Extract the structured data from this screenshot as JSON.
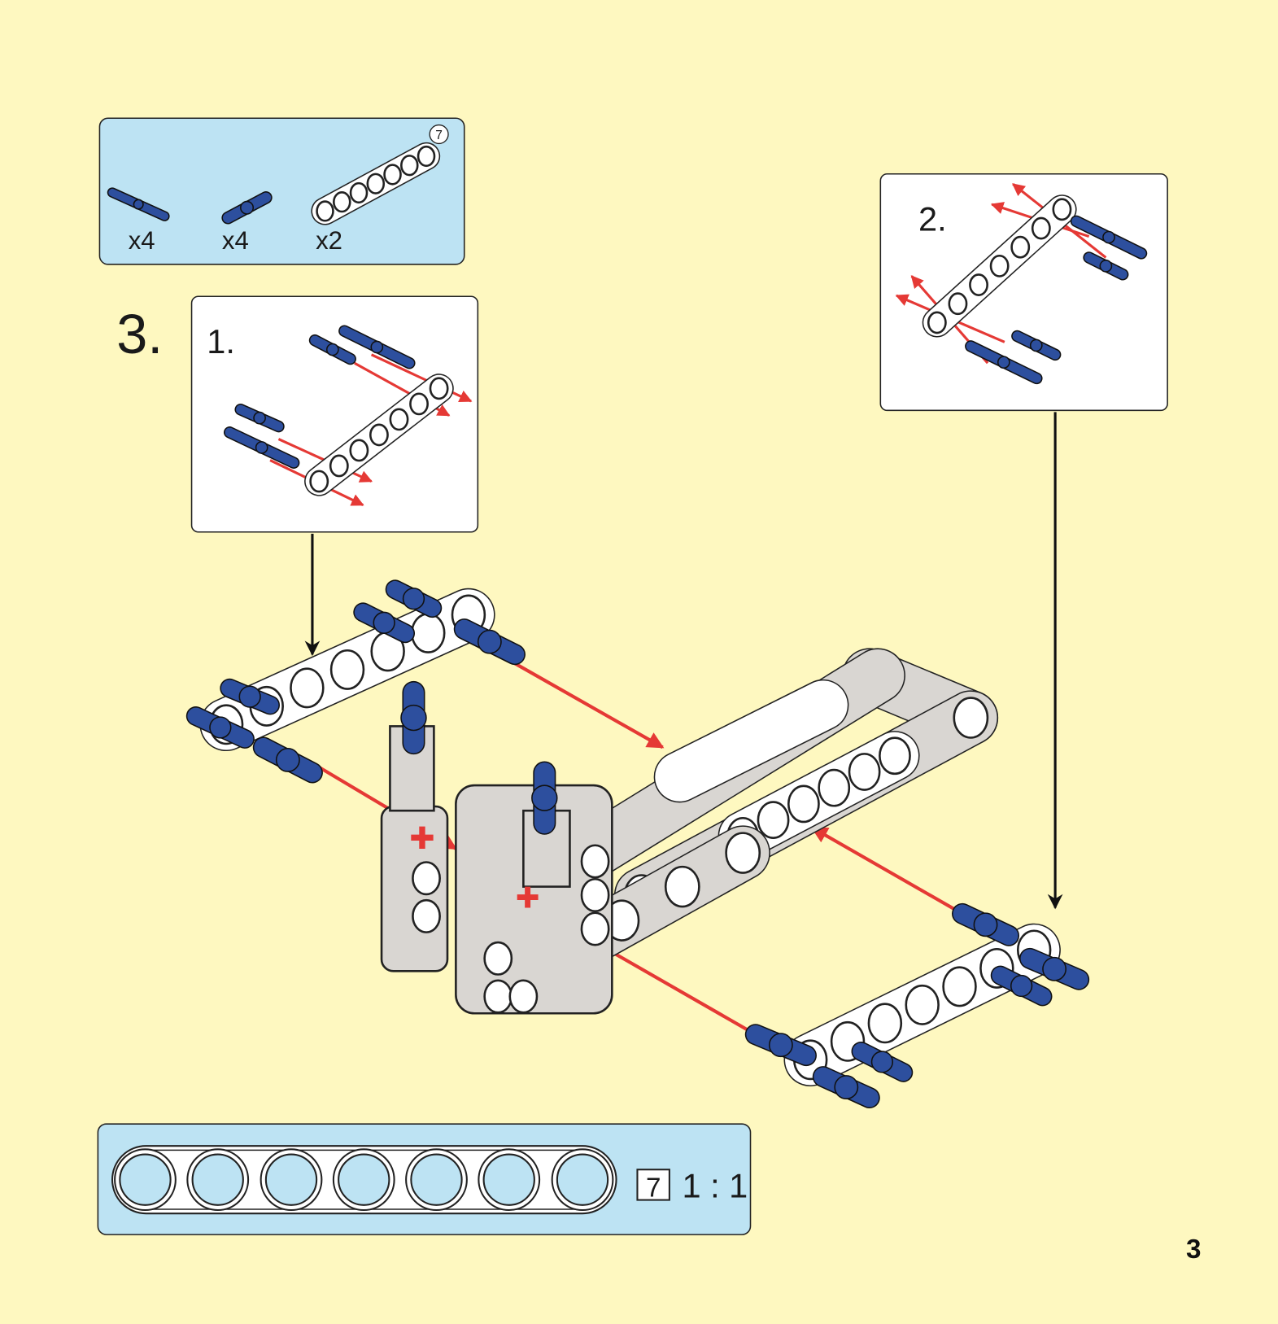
{
  "colors": {
    "background": "#fef8c0",
    "panel": "#bde3f3",
    "pin_blue": "#2d4f9e",
    "arrow_red": "#e53935",
    "beam_gray": "#d9d6d2"
  },
  "parts_list": {
    "items": [
      {
        "name": "friction-pin-long",
        "qty": "x4"
      },
      {
        "name": "axle-pin",
        "qty": "x4"
      },
      {
        "name": "beam-7",
        "qty": "x2",
        "length_badge": "7"
      }
    ]
  },
  "step": {
    "number": "3.",
    "substeps": [
      {
        "label": "1."
      },
      {
        "label": "2."
      }
    ]
  },
  "ruler": {
    "length_badge": "7",
    "scale": "1 : 1"
  },
  "page_number": "3"
}
